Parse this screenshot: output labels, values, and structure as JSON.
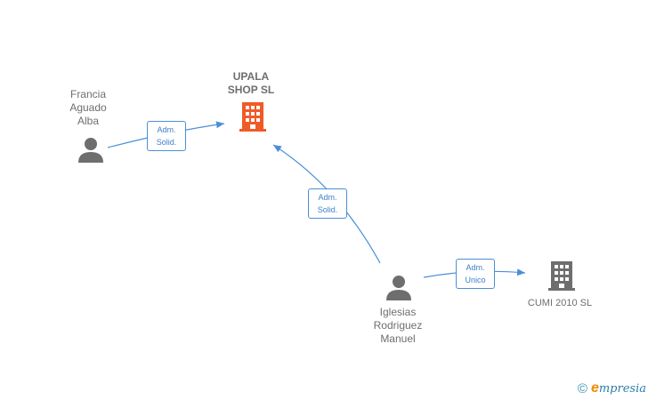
{
  "nodes": {
    "francia": {
      "label": "Francia\nAguado\nAlba",
      "icon": "person-icon"
    },
    "upala": {
      "label": "UPALA\nSHOP  SL",
      "icon": "building-icon",
      "color": "#f05a28"
    },
    "iglesias": {
      "label": "Iglesias\nRodriguez\nManuel",
      "icon": "person-icon"
    },
    "cumi": {
      "label": "CUMI 2010 SL",
      "icon": "building-icon",
      "color": "#6e6e6e"
    }
  },
  "edges": [
    {
      "from": "francia",
      "to": "upala",
      "label": "Adm.\nSolid."
    },
    {
      "from": "iglesias",
      "to": "upala",
      "label": "Adm.\nSolid."
    },
    {
      "from": "iglesias",
      "to": "cumi",
      "label": "Adm.\nUnico"
    }
  ],
  "footer": {
    "copyright": "©",
    "brand_first": "e",
    "brand_rest": "mpresia"
  },
  "colors": {
    "edge": "#4a8fd8",
    "person": "#6e6e6e"
  }
}
